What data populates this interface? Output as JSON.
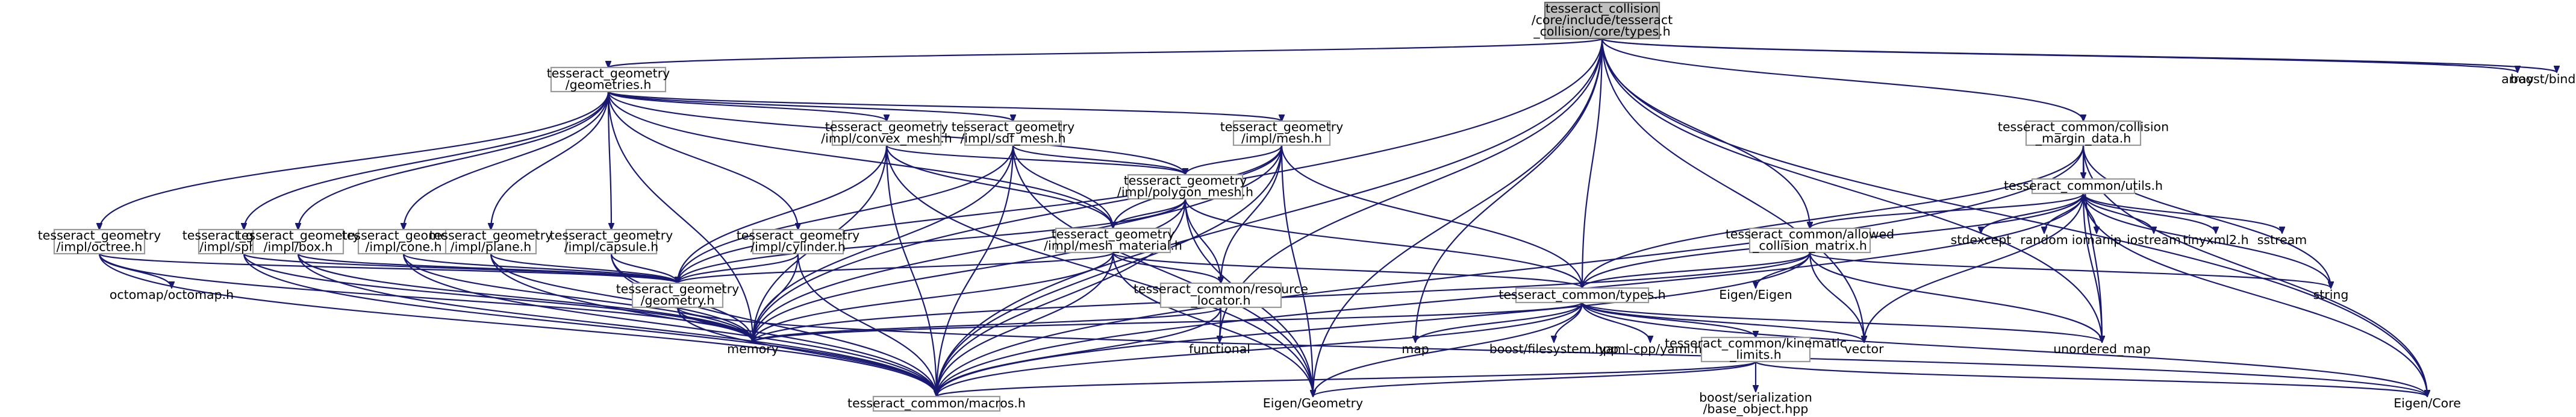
{
  "nodes": {
    "types_h": [
      "tesseract_collision",
      "/core/include/tesseract",
      "_collision/core/types.h"
    ],
    "geometries_h": [
      "tesseract_geometry",
      "/geometries.h"
    ],
    "octree_h": [
      "tesseract_geometry",
      "/impl/octree.h"
    ],
    "sphere_h": [
      "tesseract_geometry",
      "/impl/sphere.h"
    ],
    "box_h": [
      "tesseract_geometry",
      "/impl/box.h"
    ],
    "cone_h": [
      "tesseract_geometry",
      "/impl/cone.h"
    ],
    "plane_h": [
      "tesseract_geometry",
      "/impl/plane.h"
    ],
    "capsule_h": [
      "tesseract_geometry",
      "/impl/capsule.h"
    ],
    "cylinder_h": [
      "tesseract_geometry",
      "/impl/cylinder.h"
    ],
    "convex_mesh_h": [
      "tesseract_geometry",
      "/impl/convex_mesh.h"
    ],
    "sdf_mesh_h": [
      "tesseract_geometry",
      "/impl/sdf_mesh.h"
    ],
    "mesh_h": [
      "tesseract_geometry",
      "/impl/mesh.h"
    ],
    "polygon_mesh_h": [
      "tesseract_geometry",
      "/impl/polygon_mesh.h"
    ],
    "mesh_material_h": [
      "tesseract_geometry",
      "/impl/mesh_material.h"
    ],
    "resource_locator_h": [
      "tesseract_common/resource",
      "_locator.h"
    ],
    "geometry_h": [
      "tesseract_geometry",
      "/geometry.h"
    ],
    "common_types_h": [
      "tesseract_common/types.h"
    ],
    "allowed_collision_matrix_h": [
      "tesseract_common/allowed",
      "_collision_matrix.h"
    ],
    "collision_margin_data_h": [
      "tesseract_common/collision",
      "_margin_data.h"
    ],
    "utils_h": [
      "tesseract_common/utils.h"
    ],
    "kinematic_limits_h": [
      "tesseract_common/kinematic",
      "_limits.h"
    ],
    "macros_h": [
      "tesseract_common/macros.h"
    ],
    "octomap_h": [
      "octomap/octomap.h"
    ],
    "memory": [
      "memory"
    ],
    "functional": [
      "functional"
    ],
    "map": [
      "map"
    ],
    "boost_filesystem": [
      "boost/filesystem.hpp"
    ],
    "yaml_cpp": [
      "yaml-cpp/yaml.h"
    ],
    "vector": [
      "vector"
    ],
    "unordered_map": [
      "unordered_map"
    ],
    "string": [
      "string"
    ],
    "eigen_geometry": [
      "Eigen/Geometry"
    ],
    "eigen_eigen": [
      "Eigen/Eigen"
    ],
    "eigen_core": [
      "Eigen/Core"
    ],
    "array": [
      "array"
    ],
    "boost_bind": [
      "boost/bind.hpp"
    ],
    "boost_serialization": [
      "boost/serialization",
      "/base_object.hpp"
    ],
    "stdexcept": [
      "stdexcept"
    ],
    "random": [
      "random"
    ],
    "iomanip": [
      "iomanip"
    ],
    "iostream": [
      "iostream"
    ],
    "tinyxml2": [
      "tinyxml2.h"
    ],
    "sstream": [
      "sstream"
    ]
  },
  "edges": [
    [
      "types_h",
      "geometries_h"
    ],
    [
      "types_h",
      "macros_h"
    ],
    [
      "types_h",
      "memory"
    ],
    [
      "types_h",
      "functional"
    ],
    [
      "types_h",
      "map"
    ],
    [
      "types_h",
      "eigen_geometry"
    ],
    [
      "types_h",
      "common_types_h"
    ],
    [
      "types_h",
      "vector"
    ],
    [
      "types_h",
      "allowed_collision_matrix_h"
    ],
    [
      "types_h",
      "collision_margin_data_h"
    ],
    [
      "types_h",
      "unordered_map"
    ],
    [
      "types_h",
      "eigen_core"
    ],
    [
      "types_h",
      "array"
    ],
    [
      "types_h",
      "boost_bind"
    ],
    [
      "geometries_h",
      "octree_h"
    ],
    [
      "geometries_h",
      "sphere_h"
    ],
    [
      "geometries_h",
      "box_h"
    ],
    [
      "geometries_h",
      "cone_h"
    ],
    [
      "geometries_h",
      "plane_h"
    ],
    [
      "geometries_h",
      "capsule_h"
    ],
    [
      "geometries_h",
      "cylinder_h"
    ],
    [
      "geometries_h",
      "convex_mesh_h"
    ],
    [
      "geometries_h",
      "sdf_mesh_h"
    ],
    [
      "geometries_h",
      "mesh_h"
    ],
    [
      "geometries_h",
      "polygon_mesh_h"
    ],
    [
      "geometries_h",
      "mesh_material_h"
    ],
    [
      "geometries_h",
      "memory"
    ],
    [
      "octree_h",
      "geometry_h"
    ],
    [
      "octree_h",
      "octomap_h"
    ],
    [
      "octree_h",
      "memory"
    ],
    [
      "octree_h",
      "macros_h"
    ],
    [
      "sphere_h",
      "geometry_h"
    ],
    [
      "sphere_h",
      "memory"
    ],
    [
      "sphere_h",
      "macros_h"
    ],
    [
      "box_h",
      "geometry_h"
    ],
    [
      "box_h",
      "memory"
    ],
    [
      "box_h",
      "macros_h"
    ],
    [
      "cone_h",
      "geometry_h"
    ],
    [
      "cone_h",
      "memory"
    ],
    [
      "cone_h",
      "macros_h"
    ],
    [
      "plane_h",
      "geometry_h"
    ],
    [
      "plane_h",
      "memory"
    ],
    [
      "plane_h",
      "macros_h"
    ],
    [
      "capsule_h",
      "geometry_h"
    ],
    [
      "capsule_h",
      "memory"
    ],
    [
      "capsule_h",
      "macros_h"
    ],
    [
      "cylinder_h",
      "geometry_h"
    ],
    [
      "cylinder_h",
      "memory"
    ],
    [
      "cylinder_h",
      "macros_h"
    ],
    [
      "convex_mesh_h",
      "polygon_mesh_h"
    ],
    [
      "convex_mesh_h",
      "geometry_h"
    ],
    [
      "convex_mesh_h",
      "memory"
    ],
    [
      "convex_mesh_h",
      "macros_h"
    ],
    [
      "convex_mesh_h",
      "eigen_geometry"
    ],
    [
      "convex_mesh_h",
      "mesh_material_h"
    ],
    [
      "sdf_mesh_h",
      "polygon_mesh_h"
    ],
    [
      "sdf_mesh_h",
      "mesh_material_h"
    ],
    [
      "sdf_mesh_h",
      "memory"
    ],
    [
      "sdf_mesh_h",
      "macros_h"
    ],
    [
      "sdf_mesh_h",
      "eigen_geometry"
    ],
    [
      "sdf_mesh_h",
      "geometry_h"
    ],
    [
      "mesh_h",
      "polygon_mesh_h"
    ],
    [
      "mesh_h",
      "mesh_material_h"
    ],
    [
      "mesh_h",
      "resource_locator_h"
    ],
    [
      "mesh_h",
      "common_types_h"
    ],
    [
      "mesh_h",
      "geometry_h"
    ],
    [
      "mesh_h",
      "memory"
    ],
    [
      "mesh_h",
      "macros_h"
    ],
    [
      "mesh_h",
      "eigen_geometry"
    ],
    [
      "polygon_mesh_h",
      "geometry_h"
    ],
    [
      "polygon_mesh_h",
      "mesh_material_h"
    ],
    [
      "polygon_mesh_h",
      "resource_locator_h"
    ],
    [
      "polygon_mesh_h",
      "common_types_h"
    ],
    [
      "polygon_mesh_h",
      "memory"
    ],
    [
      "polygon_mesh_h",
      "macros_h"
    ],
    [
      "polygon_mesh_h",
      "eigen_geometry"
    ],
    [
      "mesh_material_h",
      "geometry_h"
    ],
    [
      "mesh_material_h",
      "resource_locator_h"
    ],
    [
      "mesh_material_h",
      "common_types_h"
    ],
    [
      "mesh_material_h",
      "memory"
    ],
    [
      "mesh_material_h",
      "macros_h"
    ],
    [
      "mesh_material_h",
      "eigen_geometry"
    ],
    [
      "resource_locator_h",
      "memory"
    ],
    [
      "resource_locator_h",
      "functional"
    ],
    [
      "resource_locator_h",
      "macros_h"
    ],
    [
      "geometry_h",
      "memory"
    ],
    [
      "geometry_h",
      "macros_h"
    ],
    [
      "geometry_h",
      "eigen_core"
    ],
    [
      "common_types_h",
      "memory"
    ],
    [
      "common_types_h",
      "map"
    ],
    [
      "common_types_h",
      "boost_filesystem"
    ],
    [
      "common_types_h",
      "yaml_cpp"
    ],
    [
      "common_types_h",
      "kinematic_limits_h"
    ],
    [
      "common_types_h",
      "vector"
    ],
    [
      "common_types_h",
      "unordered_map"
    ],
    [
      "common_types_h",
      "eigen_geometry"
    ],
    [
      "common_types_h",
      "macros_h"
    ],
    [
      "common_types_h",
      "eigen_core"
    ],
    [
      "allowed_collision_matrix_h",
      "common_types_h"
    ],
    [
      "allowed_collision_matrix_h",
      "eigen_eigen"
    ],
    [
      "allowed_collision_matrix_h",
      "string"
    ],
    [
      "allowed_collision_matrix_h",
      "vector"
    ],
    [
      "allowed_collision_matrix_h",
      "unordered_map"
    ],
    [
      "allowed_collision_matrix_h",
      "memory"
    ],
    [
      "allowed_collision_matrix_h",
      "macros_h"
    ],
    [
      "collision_margin_data_h",
      "utils_h"
    ],
    [
      "collision_margin_data_h",
      "common_types_h"
    ],
    [
      "collision_margin_data_h",
      "string"
    ],
    [
      "collision_margin_data_h",
      "unordered_map"
    ],
    [
      "collision_margin_data_h",
      "eigen_core"
    ],
    [
      "collision_margin_data_h",
      "macros_h"
    ],
    [
      "utils_h",
      "allowed_collision_matrix_h"
    ],
    [
      "utils_h",
      "common_types_h"
    ],
    [
      "utils_h",
      "stdexcept"
    ],
    [
      "utils_h",
      "random"
    ],
    [
      "utils_h",
      "iomanip"
    ],
    [
      "utils_h",
      "iostream"
    ],
    [
      "utils_h",
      "tinyxml2"
    ],
    [
      "utils_h",
      "sstream"
    ],
    [
      "utils_h",
      "string"
    ],
    [
      "utils_h",
      "vector"
    ],
    [
      "utils_h",
      "eigen_core"
    ],
    [
      "utils_h",
      "macros_h"
    ],
    [
      "utils_h",
      "unordered_map"
    ],
    [
      "kinematic_limits_h",
      "boost_serialization"
    ],
    [
      "kinematic_limits_h",
      "eigen_core"
    ],
    [
      "kinematic_limits_h",
      "macros_h"
    ],
    [
      "kinematic_limits_h",
      "eigen_geometry"
    ]
  ]
}
